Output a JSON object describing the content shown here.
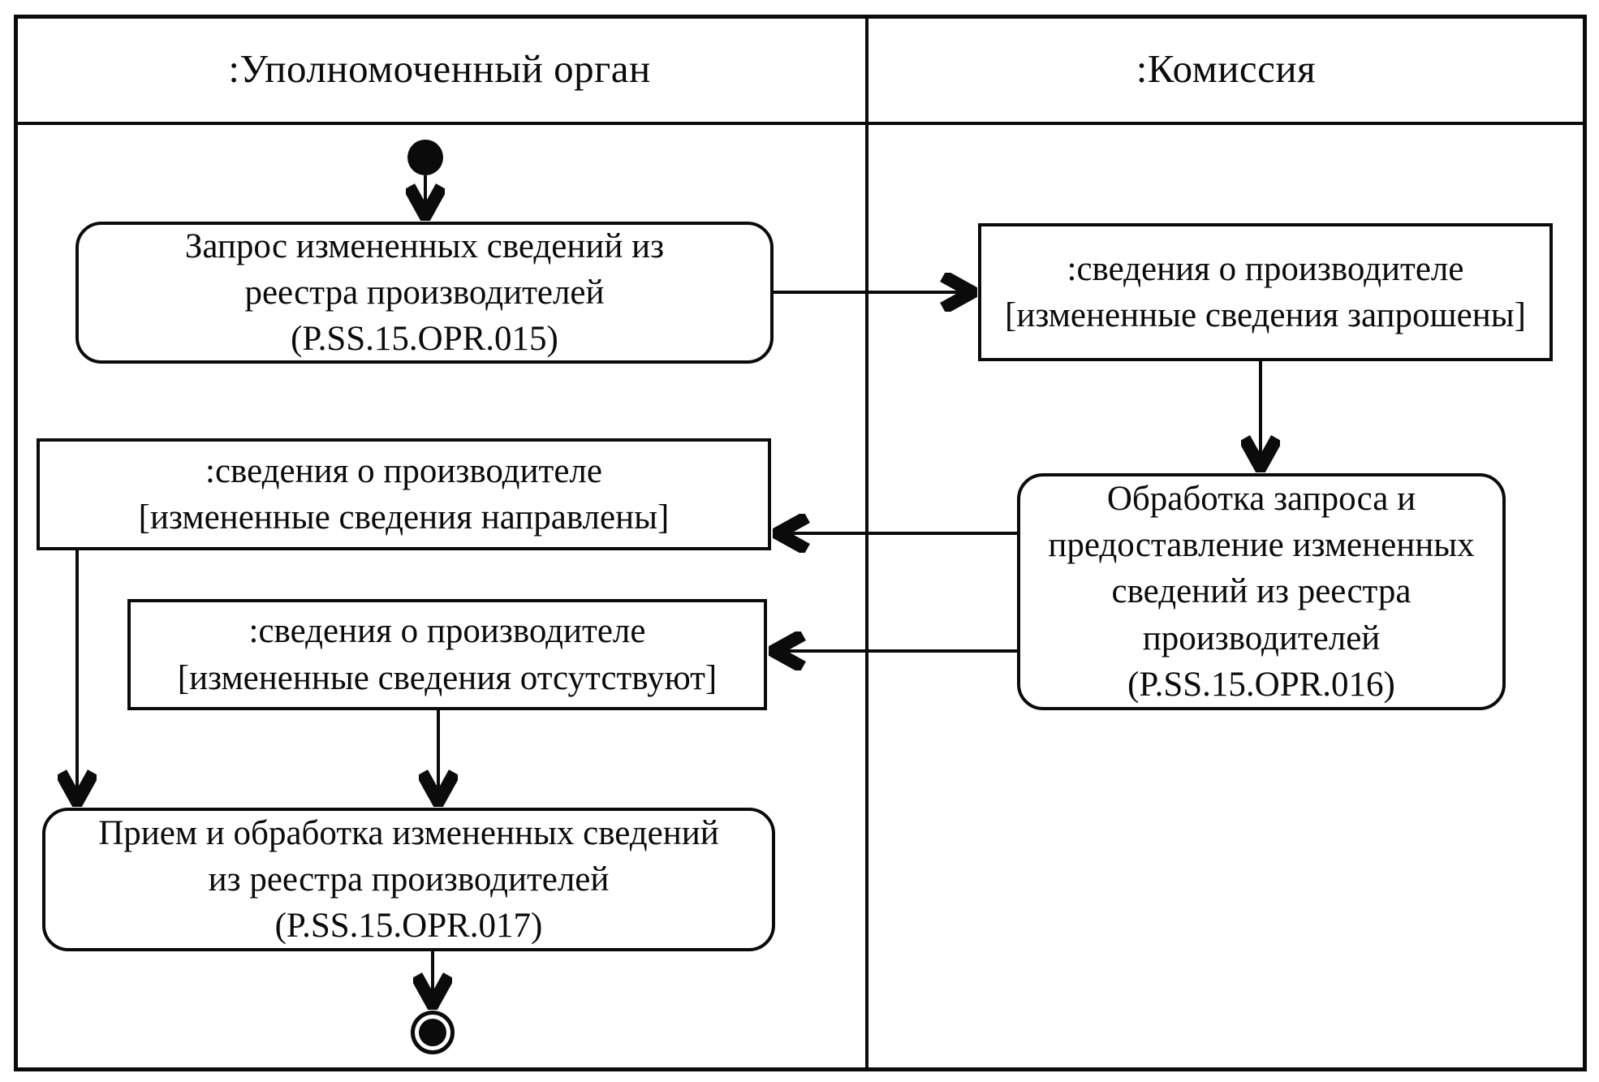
{
  "page": {
    "background": "#ffffff",
    "line_color": "#0b0b0b"
  },
  "lanes": {
    "left_label": ":Уполномоченный орган",
    "right_label": ":Комиссия"
  },
  "nodes": {
    "opr015": {
      "type": "action",
      "text": "Запрос измененных сведений из\nреестра производителей\n(P.SS.15.OPR.015)"
    },
    "info_requested": {
      "type": "object",
      "text": ":сведения о производителе\n[измененные сведения запрошены]"
    },
    "opr016": {
      "type": "action",
      "text": "Обработка запроса и\nпредоставление измененных\nсведений из реестра\nпроизводителей\n(P.SS.15.OPR.016)"
    },
    "info_sent": {
      "type": "object",
      "text": ":сведения о производителе\n[измененные сведения направлены]"
    },
    "info_absent": {
      "type": "object",
      "text": ":сведения о производителе\n[измененные сведения отсутствуют]"
    },
    "opr017": {
      "type": "action",
      "text": "Прием и обработка измененных сведений\nиз реестра производителей\n(P.SS.15.OPR.017)"
    }
  }
}
